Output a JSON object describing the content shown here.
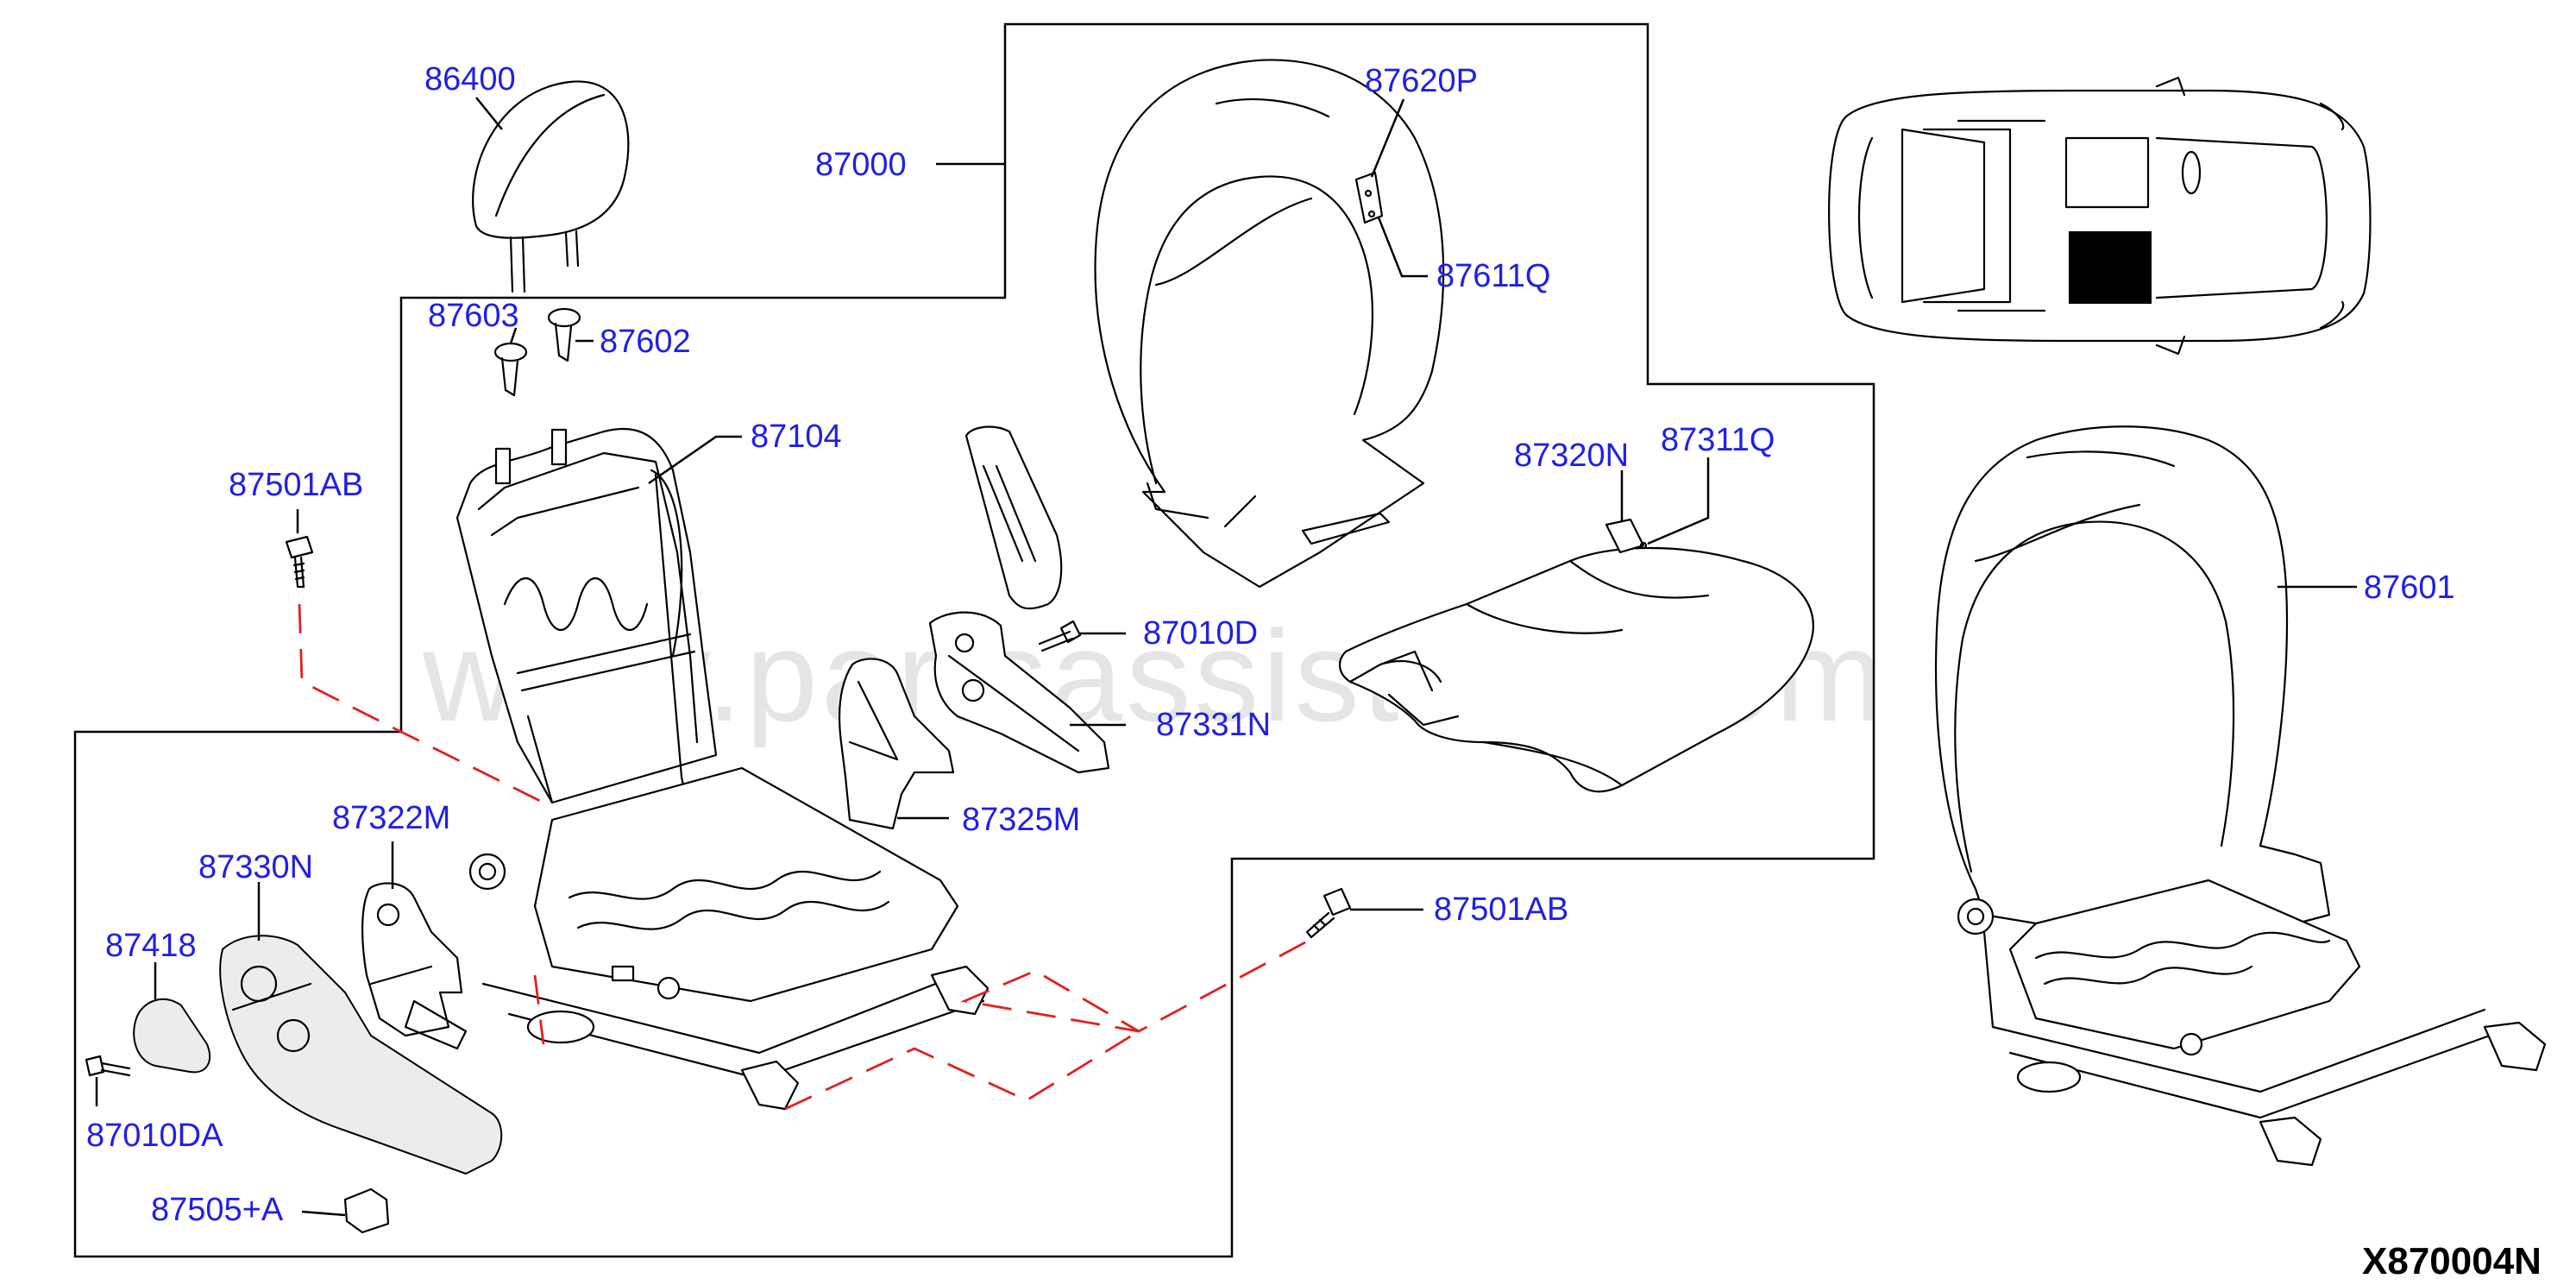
{
  "diagram_id": "X870004N",
  "watermark": "www.partsassistant.com",
  "part_labels": [
    "86400",
    "87000",
    "87620P",
    "87611Q",
    "87603",
    "87602",
    "87104",
    "87501AB",
    "87320N",
    "87311Q",
    "87601",
    "87010D",
    "87331N",
    "87325M",
    "87322M",
    "87330N",
    "87418",
    "87010DA",
    "87505+A",
    "87501AB"
  ],
  "colors": {
    "label": "#2020e6",
    "dashed_line": "#e02020",
    "line": "#000000"
  },
  "icons": [
    "headrest-icon",
    "seat-frame-icon",
    "seat-cushion-icon",
    "seatback-cover-icon",
    "bolt-icon",
    "clip-icon",
    "trim-cover-icon",
    "vehicle-top-view-icon",
    "seat-assembly-icon"
  ]
}
